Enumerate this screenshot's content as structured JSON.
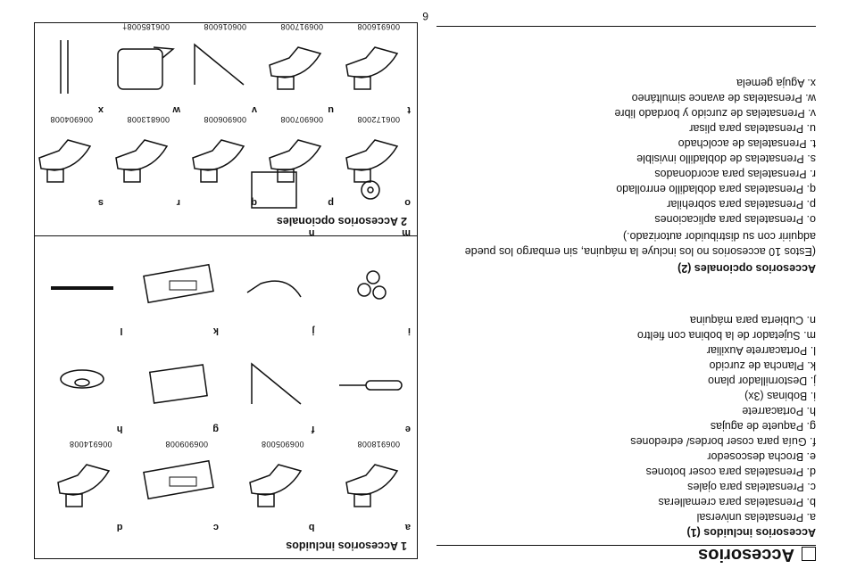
{
  "page_number": "6",
  "title": "Accesorios",
  "left_column": {
    "included_heading": "Accesorios incluidos (1)",
    "included_items": [
      "a. Prensatelas universal",
      "b. Prensatelas para cremalleras",
      "c. Prensatelas para ojales",
      "d. Prensatelas para coser botones",
      "e. Brocha descosedor",
      "f. Guía para coser bordes/ edredones",
      "g. Paquete de agujas",
      "h. Portacarrete",
      "i. Bobinas (3x)",
      "j. Destornillador plano",
      "k. Plancha de zurcido",
      "l. Portacarrete Auxiliar",
      "m. Sujetador de la bobina con fieltro",
      "n. Cubierta para máquina"
    ],
    "optional_heading": "Accesorios opcionales (2)",
    "optional_note": "(Estos 10 accesorios no los incluye la máquina, sin embargo los puede adquirir con su distribuidor autorizado.)",
    "optional_items": [
      "o. Prensatelas para aplicaciones",
      "p. Prensatelas para sobrehilar",
      "q. Prensatelas para dobladillo enrrollado",
      "r. Prensatelas para acordonados",
      "s. Prensatelas de dobladillo invisible",
      "t. Prensatelas de acolchado",
      "u. Prensatelas para plisar",
      "v. Prensatelas de zurcido y bordado libre",
      "w. Prensatelas de avance simultáneo",
      "x. Aguja gemela"
    ]
  },
  "panel_included": {
    "title": "1 Accesorios incluidos",
    "tiles": [
      {
        "letter": "a",
        "code": "006918008"
      },
      {
        "letter": "b",
        "code": "006905008"
      },
      {
        "letter": "c",
        "code": "006909008"
      },
      {
        "letter": "d",
        "code": "006914008"
      },
      {
        "letter": "e",
        "code": ""
      },
      {
        "letter": "f",
        "code": ""
      },
      {
        "letter": "g",
        "code": ""
      },
      {
        "letter": "h",
        "code": ""
      },
      {
        "letter": "i",
        "code": ""
      },
      {
        "letter": "j",
        "code": ""
      },
      {
        "letter": "k",
        "code": ""
      },
      {
        "letter": "l",
        "code": ""
      },
      {
        "letter": "m",
        "code": ""
      },
      {
        "letter": "n",
        "code": ""
      }
    ]
  },
  "panel_optional": {
    "title": "2 Accesorios opcionales",
    "tiles": [
      {
        "letter": "o",
        "code": "006172008"
      },
      {
        "letter": "p",
        "code": "006907008"
      },
      {
        "letter": "q",
        "code": "006906008"
      },
      {
        "letter": "r",
        "code": "006813008"
      },
      {
        "letter": "s",
        "code": "006904008"
      },
      {
        "letter": "t",
        "code": "006916008"
      },
      {
        "letter": "u",
        "code": "006917008"
      },
      {
        "letter": "v",
        "code": "006016008"
      },
      {
        "letter": "w",
        "code": "006185008†"
      },
      {
        "letter": "x",
        "code": ""
      }
    ]
  }
}
